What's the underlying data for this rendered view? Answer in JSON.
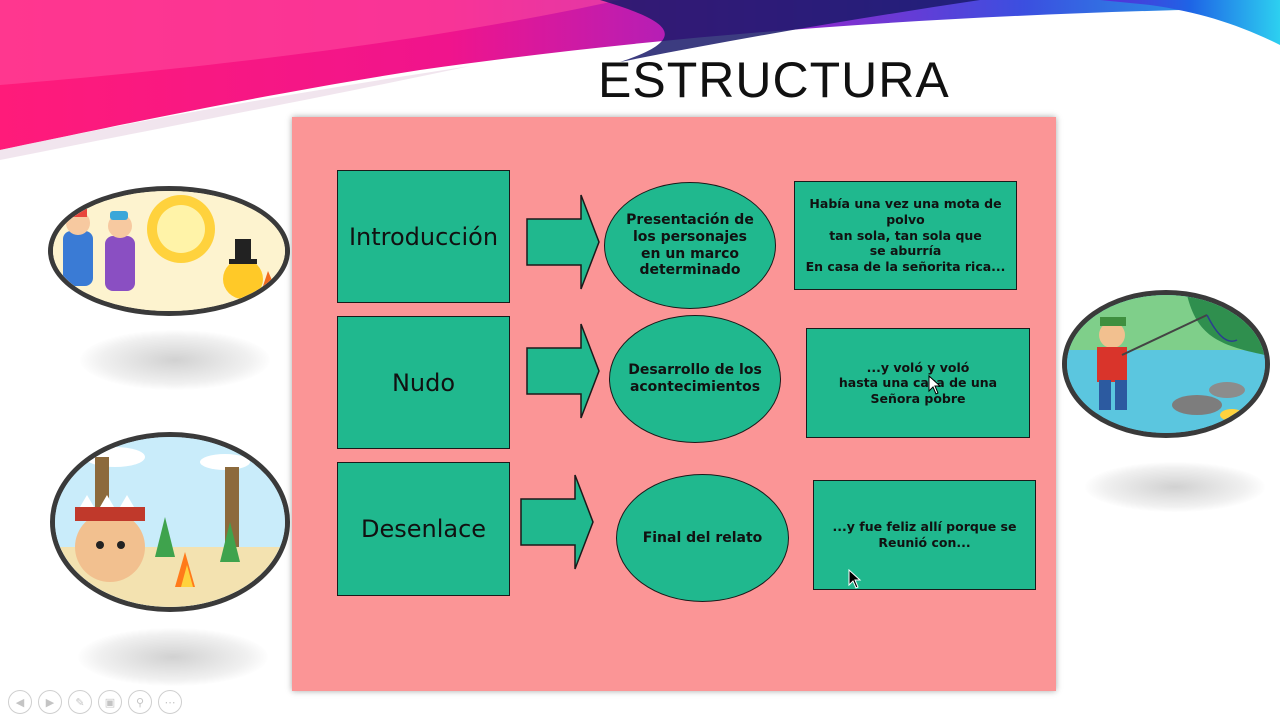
{
  "slide": {
    "title": "ESTRUCTURA"
  },
  "rows": [
    {
      "label": "Introducción",
      "description": "Presentación de los personajes en un marco determinado",
      "example": "Había una vez una mota de polvo\ntan sola, tan sola que\nse aburría\nEn casa de la señorita rica..."
    },
    {
      "label": "Nudo",
      "description": "Desarrollo de los acontecimientos",
      "example": "...y voló y voló\nhasta una casa de una\nSeñora pobre"
    },
    {
      "label": "Desenlace",
      "description": "Final del relato",
      "example": "...y fue feliz allí porque se\nReunió con..."
    }
  ],
  "colors": {
    "panel": "#fb9596",
    "shape_fill": "#20b88e",
    "outline": "#1a1a1a"
  },
  "illustrations": [
    "children-winter-sun-illustration",
    "boy-fishing-river-illustration",
    "native-child-campfire-illustration"
  ],
  "toolbar": {
    "icons": [
      "previous-icon",
      "next-icon",
      "pen-icon",
      "slides-icon",
      "zoom-icon",
      "more-icon"
    ]
  }
}
